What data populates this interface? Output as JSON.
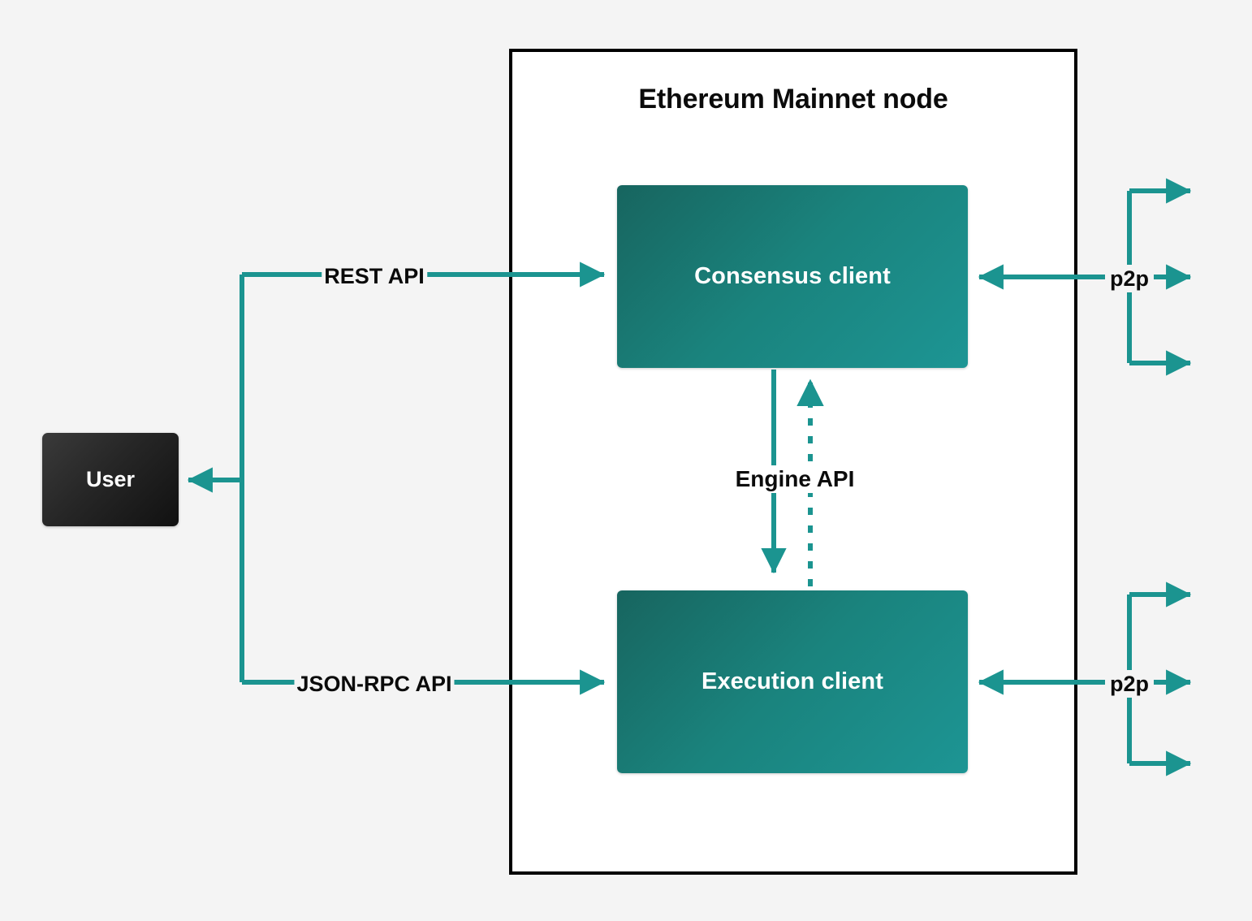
{
  "diagram": {
    "title": "Ethereum Mainnet node",
    "background_color": "#f4f4f4",
    "accent_color": "#1b9490",
    "node_border_color": "#000000",
    "client_box_gradient_from": "#17655f",
    "client_box_gradient_to": "#1d9594",
    "user_box_color": "#111111"
  },
  "nodes": {
    "user": {
      "label": "User"
    },
    "consensus_client": {
      "label": "Consensus client"
    },
    "execution_client": {
      "label": "Execution client"
    }
  },
  "edges": {
    "rest_api": {
      "label": "REST API"
    },
    "json_rpc_api": {
      "label": "JSON-RPC API"
    },
    "engine_api": {
      "label": "Engine API"
    },
    "p2p_top": {
      "label": "p2p"
    },
    "p2p_bottom": {
      "label": "p2p"
    }
  }
}
